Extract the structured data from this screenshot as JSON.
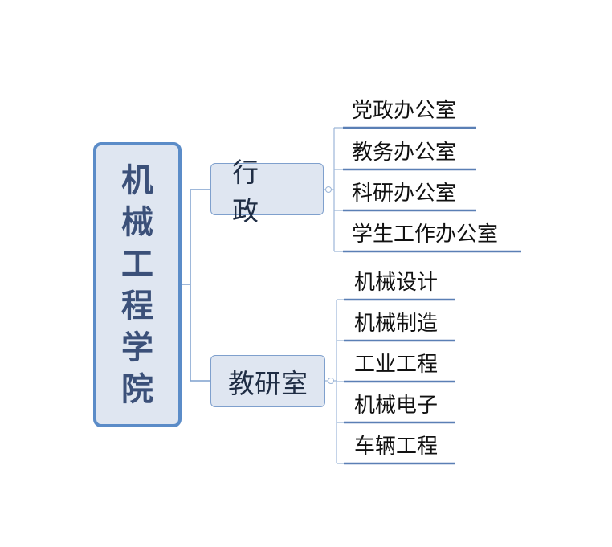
{
  "root": {
    "label": "机械工程学院"
  },
  "branches": [
    {
      "label": "行政",
      "children": [
        "党政办公室",
        "教务办公室",
        "科研办公室",
        "学生工作办公室"
      ]
    },
    {
      "label": "教研室",
      "children": [
        "机械设计",
        "机械制造",
        "工业工程",
        "机械电子",
        "车辆工程"
      ]
    }
  ],
  "colors": {
    "node_fill": "#dfe6f1",
    "root_border": "#5b8cc8",
    "line": "#6f93c4",
    "underline": "#5a7fb5"
  }
}
